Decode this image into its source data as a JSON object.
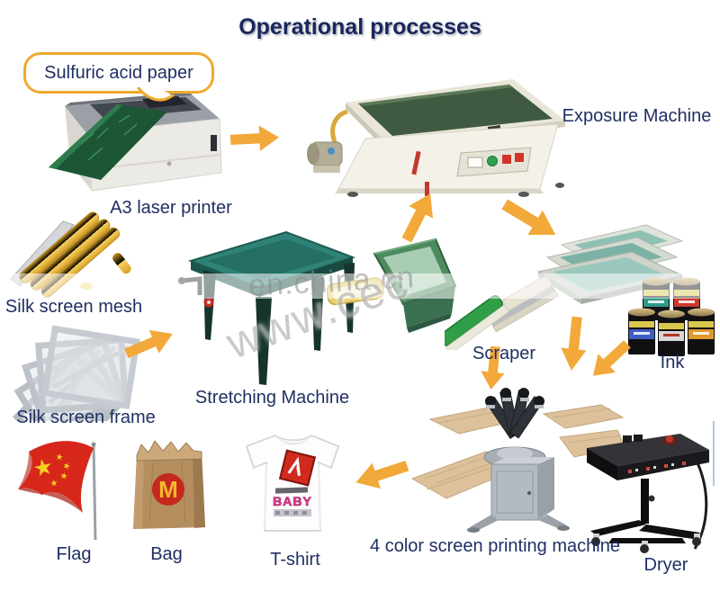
{
  "title": "Operational processes",
  "callout": {
    "text": "Sulfuric acid paper"
  },
  "nodes": {
    "printer": {
      "label": "A3 laser printer"
    },
    "exposure": {
      "label": "Exposure Machine"
    },
    "mesh": {
      "label": "Silk screen mesh"
    },
    "frame": {
      "label": "Silk screen frame"
    },
    "stretching": {
      "label": "Stretching Machine"
    },
    "scraper": {
      "label": "Scraper"
    },
    "ink": {
      "label": "Ink"
    },
    "printing_machine": {
      "label": "4 color screen printing machine"
    },
    "dryer": {
      "label": "Dryer"
    },
    "flag": {
      "label": "Flag"
    },
    "bag": {
      "label": "Bag"
    },
    "tshirt": {
      "label": "T-shirt"
    }
  },
  "bag_art": {
    "logo_letter": "M"
  },
  "tshirt_art": {
    "print_text": "BABY"
  },
  "watermarks": {
    "horizontal": "en.china.cn",
    "diagonal": "www.cec"
  },
  "colors": {
    "arrow": "#f2a93a",
    "label_text": "#202f63",
    "title_text": "#19275c",
    "callout_border": "#f0a92c"
  }
}
